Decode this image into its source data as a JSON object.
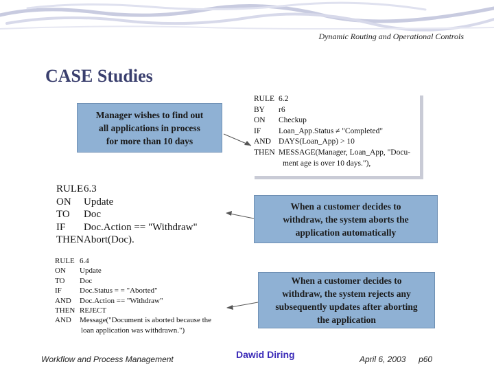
{
  "header": {
    "note": "Dynamic Routing and Operational Controls"
  },
  "slide": {
    "title": "CASE Studies"
  },
  "callouts": [
    {
      "lines": [
        "Manager wishes to find out",
        "all applications in process",
        "for more than 10 days"
      ]
    },
    {
      "lines": [
        "When a customer decides to",
        "withdraw, the system aborts the",
        "application automatically"
      ]
    },
    {
      "lines": [
        "When a customer decides to",
        "withdraw, the system rejects any",
        "subsequently updates after aborting",
        "the application"
      ]
    }
  ],
  "rule62": {
    "lines": [
      {
        "kw": "RULE",
        "text": "6.2"
      },
      {
        "kw": "BY",
        "text": "r6"
      },
      {
        "kw": "ON",
        "text": "Checkup"
      },
      {
        "kw": "IF",
        "text": "Loan_App.Status ≠ \"Completed\""
      },
      {
        "kw": "AND",
        "text": "DAYS(Loan_App) > 10"
      },
      {
        "kw": "THEN",
        "text": "MESSAGE(Manager,  Loan_App,  \"Docu-"
      },
      {
        "kw": "",
        "text": "ment age is over 10 days.\"),"
      }
    ]
  },
  "rule63": {
    "lines": [
      {
        "kw": "RULE",
        "text": "6.3"
      },
      {
        "kw": "ON",
        "text": "Update"
      },
      {
        "kw": "TO",
        "text": "Doc"
      },
      {
        "kw": "IF",
        "text": "Doc.Action  == \"Withdraw\""
      },
      {
        "kw": "THEN",
        "text": "Abort(Doc)."
      }
    ]
  },
  "rule64": {
    "lines": [
      {
        "kw": "RULE",
        "text": "6.4"
      },
      {
        "kw": "ON",
        "text": "Update"
      },
      {
        "kw": "TO",
        "text": "Doc"
      },
      {
        "kw": "IF",
        "text": "Doc.Status = = \"Aborted\""
      },
      {
        "kw": "AND",
        "text": "Doc.Action == \"Withdraw\""
      },
      {
        "kw": "THEN",
        "text": "REJECT"
      },
      {
        "kw": "AND",
        "text": "Message(\"Document is aborted because the"
      },
      {
        "kw": "",
        "text": "loan application was withdrawn.\")"
      }
    ]
  },
  "footer": {
    "left": "Workflow and Process Management",
    "logo": "Dawid Diring",
    "date": "April 6, 2003",
    "page": "p60"
  },
  "colors": {
    "title": "#3a3f6e",
    "callout_fill": "#8fb1d4",
    "logo": "#3b2bb8"
  }
}
